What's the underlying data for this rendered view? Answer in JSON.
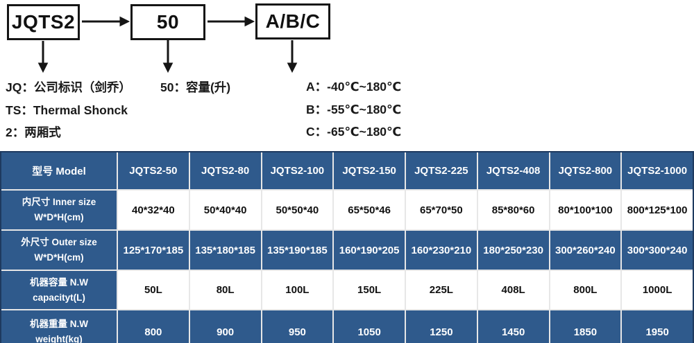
{
  "diagram": {
    "boxes": [
      {
        "label": "JQTS2"
      },
      {
        "label": "50"
      },
      {
        "label": "A/B/C"
      }
    ],
    "legend": {
      "col1": [
        "JQ：公司标识（剑乔）",
        "TS：Thermal Shonck",
        "2：两厢式"
      ],
      "col2": [
        "50：容量(升)"
      ],
      "col3": [
        "A：-40℃~180℃",
        "B：-55℃~180℃",
        "C：-65℃~180℃"
      ]
    }
  },
  "table": {
    "header_label": "型号 Model",
    "models": [
      "JQTS2-50",
      "JQTS2-80",
      "JQTS2-100",
      "JQTS2-150",
      "JQTS2-225",
      "JQTS2-408",
      "JQTS2-800",
      "JQTS2-1000"
    ],
    "rows": [
      {
        "label_line1": "内尺寸 Inner size",
        "label_line2": "W*D*H(cm)",
        "highlight": false,
        "values": [
          "40*32*40",
          "50*40*40",
          "50*50*40",
          "65*50*46",
          "65*70*50",
          "85*80*60",
          "80*100*100",
          "800*125*100"
        ]
      },
      {
        "label_line1": "外尺寸 Outer size",
        "label_line2": "W*D*H(cm)",
        "highlight": true,
        "values": [
          "125*170*185",
          "135*180*185",
          "135*190*185",
          "160*190*205",
          "160*230*210",
          "180*250*230",
          "300*260*240",
          "300*300*240"
        ]
      },
      {
        "label_line1": "机器容量 N.W",
        "label_line2": "capacityt(L)",
        "highlight": false,
        "values": [
          "50L",
          "80L",
          "100L",
          "150L",
          "225L",
          "408L",
          "800L",
          "1000L"
        ]
      },
      {
        "label_line1": "机器重量 N.W",
        "label_line2": "weight(kg)",
        "highlight": true,
        "values": [
          "800",
          "900",
          "950",
          "1050",
          "1250",
          "1450",
          "1850",
          "1950"
        ]
      }
    ]
  },
  "colors": {
    "table_blue": "#2F5A8C",
    "table_border_dark": "#1E3A5F",
    "grid_line": "#E7E7E7",
    "diagram_stroke": "#151515",
    "header_text": "#FFFFFF",
    "body_text": "#111111"
  }
}
